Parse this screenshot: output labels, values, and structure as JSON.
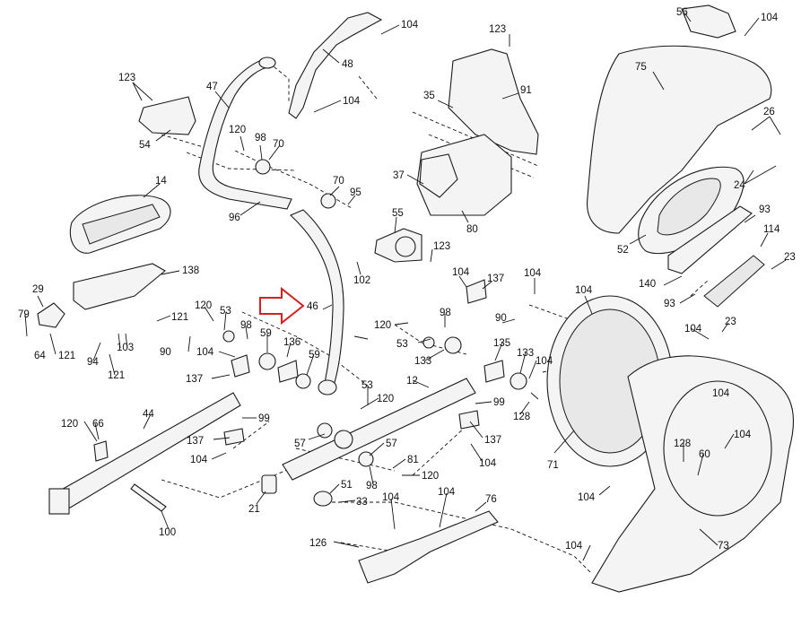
{
  "diagram": {
    "type": "exploded-parts-diagram",
    "highlight": {
      "part": "46",
      "pointer": "red-outline-arrow"
    },
    "callouts": [
      {
        "id": "c-104-a",
        "text": "104"
      },
      {
        "id": "c-56",
        "text": "56"
      },
      {
        "id": "c-104-b",
        "text": "104"
      },
      {
        "id": "c-123-a",
        "text": "123"
      },
      {
        "id": "c-48",
        "text": "48"
      },
      {
        "id": "c-104-c",
        "text": "104"
      },
      {
        "id": "c-75",
        "text": "75"
      },
      {
        "id": "c-123-b",
        "text": "123"
      },
      {
        "id": "c-47",
        "text": "47"
      },
      {
        "id": "c-35",
        "text": "35"
      },
      {
        "id": "c-91",
        "text": "91"
      },
      {
        "id": "c-26",
        "text": "26"
      },
      {
        "id": "c-54",
        "text": "54"
      },
      {
        "id": "c-120-a",
        "text": "120"
      },
      {
        "id": "c-98-a",
        "text": "98"
      },
      {
        "id": "c-70-a",
        "text": "70"
      },
      {
        "id": "c-37",
        "text": "37"
      },
      {
        "id": "c-24",
        "text": "24"
      },
      {
        "id": "c-14",
        "text": "14"
      },
      {
        "id": "c-70-b",
        "text": "70"
      },
      {
        "id": "c-95",
        "text": "95"
      },
      {
        "id": "c-96",
        "text": "96"
      },
      {
        "id": "c-80",
        "text": "80"
      },
      {
        "id": "c-93-a",
        "text": "93"
      },
      {
        "id": "c-55",
        "text": "55"
      },
      {
        "id": "c-114",
        "text": "114"
      },
      {
        "id": "c-123-c",
        "text": "123"
      },
      {
        "id": "c-52",
        "text": "52"
      },
      {
        "id": "c-23-a",
        "text": "23"
      },
      {
        "id": "c-138",
        "text": "138"
      },
      {
        "id": "c-104-d",
        "text": "104"
      },
      {
        "id": "c-137-a",
        "text": "137"
      },
      {
        "id": "c-102",
        "text": "102"
      },
      {
        "id": "c-104-e",
        "text": "104"
      },
      {
        "id": "c-104-f",
        "text": "104"
      },
      {
        "id": "c-140",
        "text": "140"
      },
      {
        "id": "c-29",
        "text": "29"
      },
      {
        "id": "c-46",
        "text": "46"
      },
      {
        "id": "c-93-b",
        "text": "93"
      },
      {
        "id": "c-120-b",
        "text": "120"
      },
      {
        "id": "c-53-a",
        "text": "53"
      },
      {
        "id": "c-121-a",
        "text": "121"
      },
      {
        "id": "c-98-b",
        "text": "98"
      },
      {
        "id": "c-90-a",
        "text": "90"
      },
      {
        "id": "c-79",
        "text": "79"
      },
      {
        "id": "c-120-c",
        "text": "120"
      },
      {
        "id": "c-98-c",
        "text": "98"
      },
      {
        "id": "c-23-b",
        "text": "23"
      },
      {
        "id": "c-121-b",
        "text": "121"
      },
      {
        "id": "c-90-b",
        "text": "90"
      },
      {
        "id": "c-103",
        "text": "103"
      },
      {
        "id": "c-104-g",
        "text": "104"
      },
      {
        "id": "c-59-a",
        "text": "59"
      },
      {
        "id": "c-136",
        "text": "136"
      },
      {
        "id": "c-53-b",
        "text": "53"
      },
      {
        "id": "c-104-h",
        "text": "104"
      },
      {
        "id": "c-64",
        "text": "64"
      },
      {
        "id": "c-94",
        "text": "94"
      },
      {
        "id": "c-135",
        "text": "135"
      },
      {
        "id": "c-59-b",
        "text": "59"
      },
      {
        "id": "c-133-a",
        "text": "133"
      },
      {
        "id": "c-133-b",
        "text": "133"
      },
      {
        "id": "c-104-i",
        "text": "104"
      },
      {
        "id": "c-121-c",
        "text": "121"
      },
      {
        "id": "c-137-b",
        "text": "137"
      },
      {
        "id": "c-12",
        "text": "12"
      },
      {
        "id": "c-53-c",
        "text": "53"
      },
      {
        "id": "c-120-d",
        "text": "120"
      },
      {
        "id": "c-104-j",
        "text": "104"
      },
      {
        "id": "c-99-a",
        "text": "99"
      },
      {
        "id": "c-128-a",
        "text": "128"
      },
      {
        "id": "c-44",
        "text": "44"
      },
      {
        "id": "c-99-b",
        "text": "99"
      },
      {
        "id": "c-120-e",
        "text": "120"
      },
      {
        "id": "c-66",
        "text": "66"
      },
      {
        "id": "c-137-c",
        "text": "137"
      },
      {
        "id": "c-57-a",
        "text": "57"
      },
      {
        "id": "c-137-d",
        "text": "137"
      },
      {
        "id": "c-104-k",
        "text": "104"
      },
      {
        "id": "c-57-b",
        "text": "57"
      },
      {
        "id": "c-71",
        "text": "71"
      },
      {
        "id": "c-104-l",
        "text": "104"
      },
      {
        "id": "c-128-b",
        "text": "128"
      },
      {
        "id": "c-104-m",
        "text": "104"
      },
      {
        "id": "c-81",
        "text": "81"
      },
      {
        "id": "c-60",
        "text": "60"
      },
      {
        "id": "c-98-d",
        "text": "98"
      },
      {
        "id": "c-120-f",
        "text": "120"
      },
      {
        "id": "c-104-n",
        "text": "104"
      },
      {
        "id": "c-51",
        "text": "51"
      },
      {
        "id": "c-104-o",
        "text": "104"
      },
      {
        "id": "c-76",
        "text": "76"
      },
      {
        "id": "c-104-p",
        "text": "104"
      },
      {
        "id": "c-33",
        "text": "33"
      },
      {
        "id": "c-21",
        "text": "21"
      },
      {
        "id": "c-100",
        "text": "100"
      },
      {
        "id": "c-126",
        "text": "126"
      },
      {
        "id": "c-73",
        "text": "73"
      },
      {
        "id": "c-104-q",
        "text": "104"
      }
    ]
  }
}
